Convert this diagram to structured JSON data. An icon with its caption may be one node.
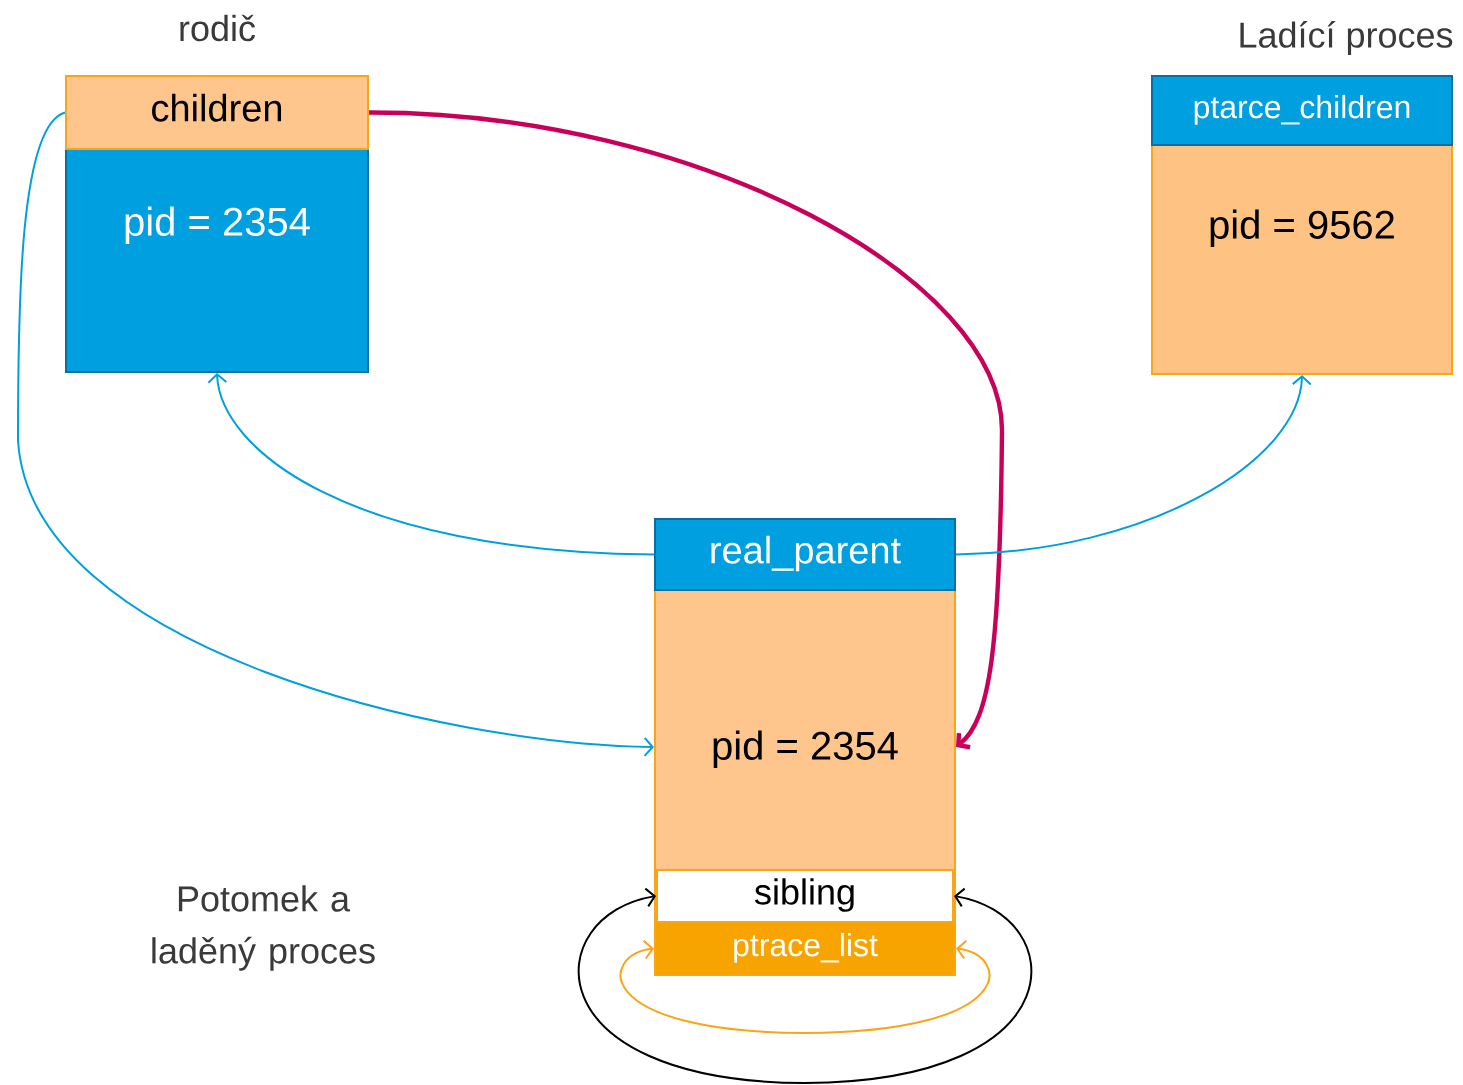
{
  "diagram": {
    "nodes": [
      {
        "text": [
          "pid = 2354"
        ],
        "beside": [
          "rodič"
        ]
      },
      {
        "text": [
          "children"
        ],
        "in": 0
      },
      {
        "text": [
          "pid = 9562"
        ],
        "beside": [
          "Ladící proces"
        ]
      },
      {
        "text": [
          "ptarce_children"
        ],
        "in": 2
      },
      {
        "text": [
          "pid = 2354"
        ]
      },
      {
        "text": [
          "real_parent"
        ],
        "in": 4
      },
      {
        "text": [
          "sibling"
        ],
        "in": 4
      },
      {
        "text": [
          "ptrace_list"
        ],
        "in": 4
      }
    ],
    "edges": [
      {
        "from": 1,
        "to": 4,
        "arrow": "to"
      },
      {
        "from": 1,
        "to": 4,
        "arrow": "to",
        "style": "thick",
        "color": "#c8005a"
      },
      {
        "from": 5,
        "to": 0,
        "arrow": "to"
      },
      {
        "from": 5,
        "to": 2,
        "arrow": "to"
      },
      {
        "from": 6,
        "to": 6,
        "arrow": "both",
        "color": "#000000"
      },
      {
        "from": 7,
        "to": 7,
        "arrow": "both",
        "color": "#f9a51a"
      }
    ],
    "labels": [
      "Potomek a laděný proces"
    ]
  }
}
